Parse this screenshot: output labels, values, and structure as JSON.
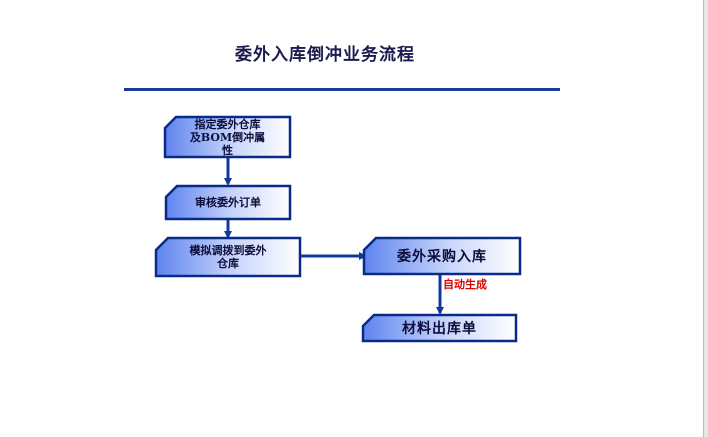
{
  "title": "委外入库倒冲业务流程",
  "steps": [
    {
      "label": "指定委外仓库\n及BOM倒冲属\n性"
    },
    {
      "label": "审核委外订单"
    },
    {
      "label": "模拟调拨到委外\n仓库"
    },
    {
      "label": "委外采购入库"
    },
    {
      "label": "材料出库单"
    }
  ],
  "annotation": "自动生成",
  "colors": {
    "node_fill_start": "#6a8df0",
    "node_fill_end": "#ffffff",
    "node_border": "#0a2a8a",
    "arrow": "#12389c",
    "annotation": "#e00000"
  }
}
